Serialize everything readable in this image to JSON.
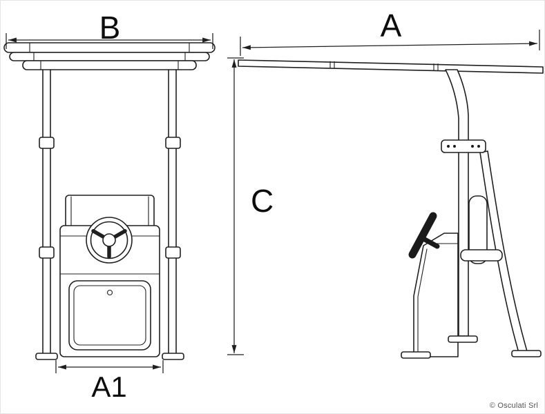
{
  "diagram": {
    "labels": {
      "front_top_width": "B",
      "front_base_width": "A1",
      "side_length": "A",
      "side_height": "C"
    },
    "copyright": "© Osculati Srl",
    "colors": {
      "line": "#1f1f1f",
      "background": "#ffffff"
    }
  }
}
